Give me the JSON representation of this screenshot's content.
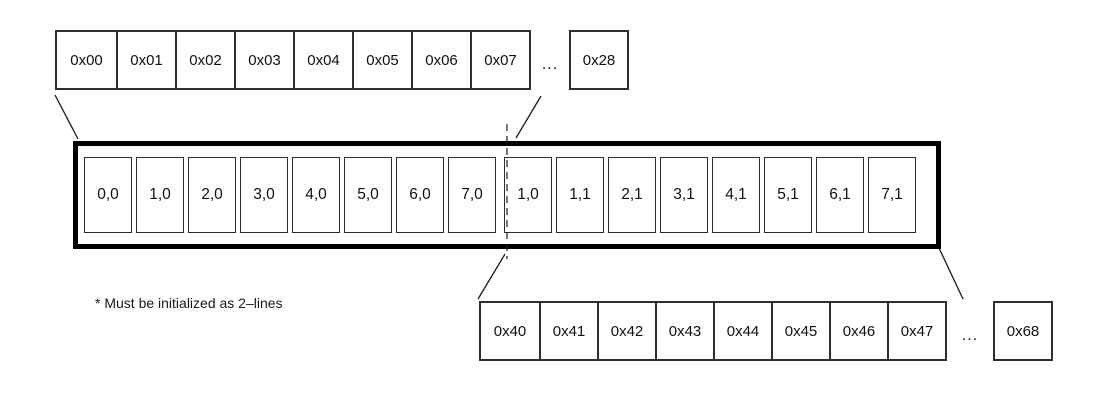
{
  "top_strip": {
    "cells": [
      "0x00",
      "0x01",
      "0x02",
      "0x03",
      "0x04",
      "0x05",
      "0x06",
      "0x07"
    ],
    "ellipsis": "...",
    "extra_cell": "0x28"
  },
  "line_buffer": {
    "left_cells": [
      "0,0",
      "1,0",
      "2,0",
      "3,0",
      "4,0",
      "5,0",
      "6,0",
      "7,0"
    ],
    "right_cells": [
      "1,0",
      "1,1",
      "2,1",
      "3,1",
      "4,1",
      "5,1",
      "6,1",
      "7,1"
    ]
  },
  "bottom_strip": {
    "cells": [
      "0x40",
      "0x41",
      "0x42",
      "0x43",
      "0x44",
      "0x45",
      "0x46",
      "0x47"
    ],
    "ellipsis": "...",
    "extra_cell": "0x68"
  },
  "note": {
    "text": "* Must be initialized as 2–lines"
  },
  "colors": {
    "thick_border": "#000000",
    "cell_border": "#2e2e2e",
    "text": "#111111",
    "background": "#ffffff"
  }
}
